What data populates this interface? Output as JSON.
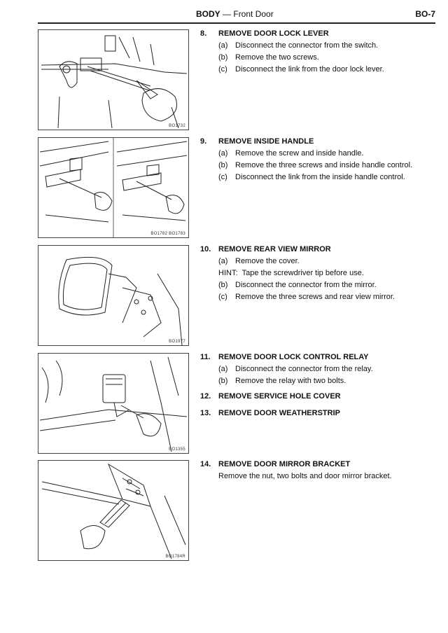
{
  "header": {
    "section": "BODY",
    "dash": "—",
    "subsection": "Front Door",
    "page": "BO-7"
  },
  "figures": [
    {
      "code": "BO1732",
      "depicts": "door lock lever removal with screwdriver"
    },
    {
      "code": "BO1782 BO1783",
      "depicts": "inside handle removal with screwdriver"
    },
    {
      "code": "BO1977",
      "depicts": "rear view mirror and screws"
    },
    {
      "code": "BO1355",
      "depicts": "door lock control relay removal"
    },
    {
      "code": "BO1784R",
      "depicts": "door mirror bracket removal with wrench"
    }
  ],
  "steps": [
    {
      "num": "8.",
      "title": "REMOVE DOOR LOCK LEVER",
      "items": [
        {
          "label": "(a)",
          "text": "Disconnect the connector from the switch."
        },
        {
          "label": "(b)",
          "text": "Remove the two screws."
        },
        {
          "label": "(c)",
          "text": "Disconnect the link from the door lock lever."
        }
      ]
    },
    {
      "num": "9.",
      "title": "REMOVE INSIDE HANDLE",
      "items": [
        {
          "label": "(a)",
          "text": "Remove the screw and inside handle."
        },
        {
          "label": "(b)",
          "text": "Remove the three screws and inside handle control."
        },
        {
          "label": "(c)",
          "text": "Disconnect the link from the inside handle control."
        }
      ]
    },
    {
      "num": "10.",
      "title": "REMOVE REAR VIEW MIRROR",
      "items": [
        {
          "label": "(a)",
          "text": "Remove the cover."
        },
        {
          "label": "HINT:",
          "text": "Tape the screwdriver tip before use."
        },
        {
          "label": "(b)",
          "text": "Disconnect the connector from the mirror."
        },
        {
          "label": "(c)",
          "text": "Remove the three screws and rear view mirror."
        }
      ]
    },
    {
      "num": "11.",
      "title": "REMOVE DOOR LOCK CONTROL RELAY",
      "items": [
        {
          "label": "(a)",
          "text": "Disconnect the connector from the relay."
        },
        {
          "label": "(b)",
          "text": "Remove the relay with two bolts."
        }
      ]
    },
    {
      "num": "12.",
      "title": "REMOVE SERVICE HOLE COVER",
      "items": []
    },
    {
      "num": "13.",
      "title": "REMOVE DOOR WEATHERSTRIP",
      "items": []
    },
    {
      "num": "14.",
      "title": "REMOVE DOOR MIRROR BRACKET",
      "text": "Remove the nut, two bolts and door mirror bracket."
    }
  ]
}
